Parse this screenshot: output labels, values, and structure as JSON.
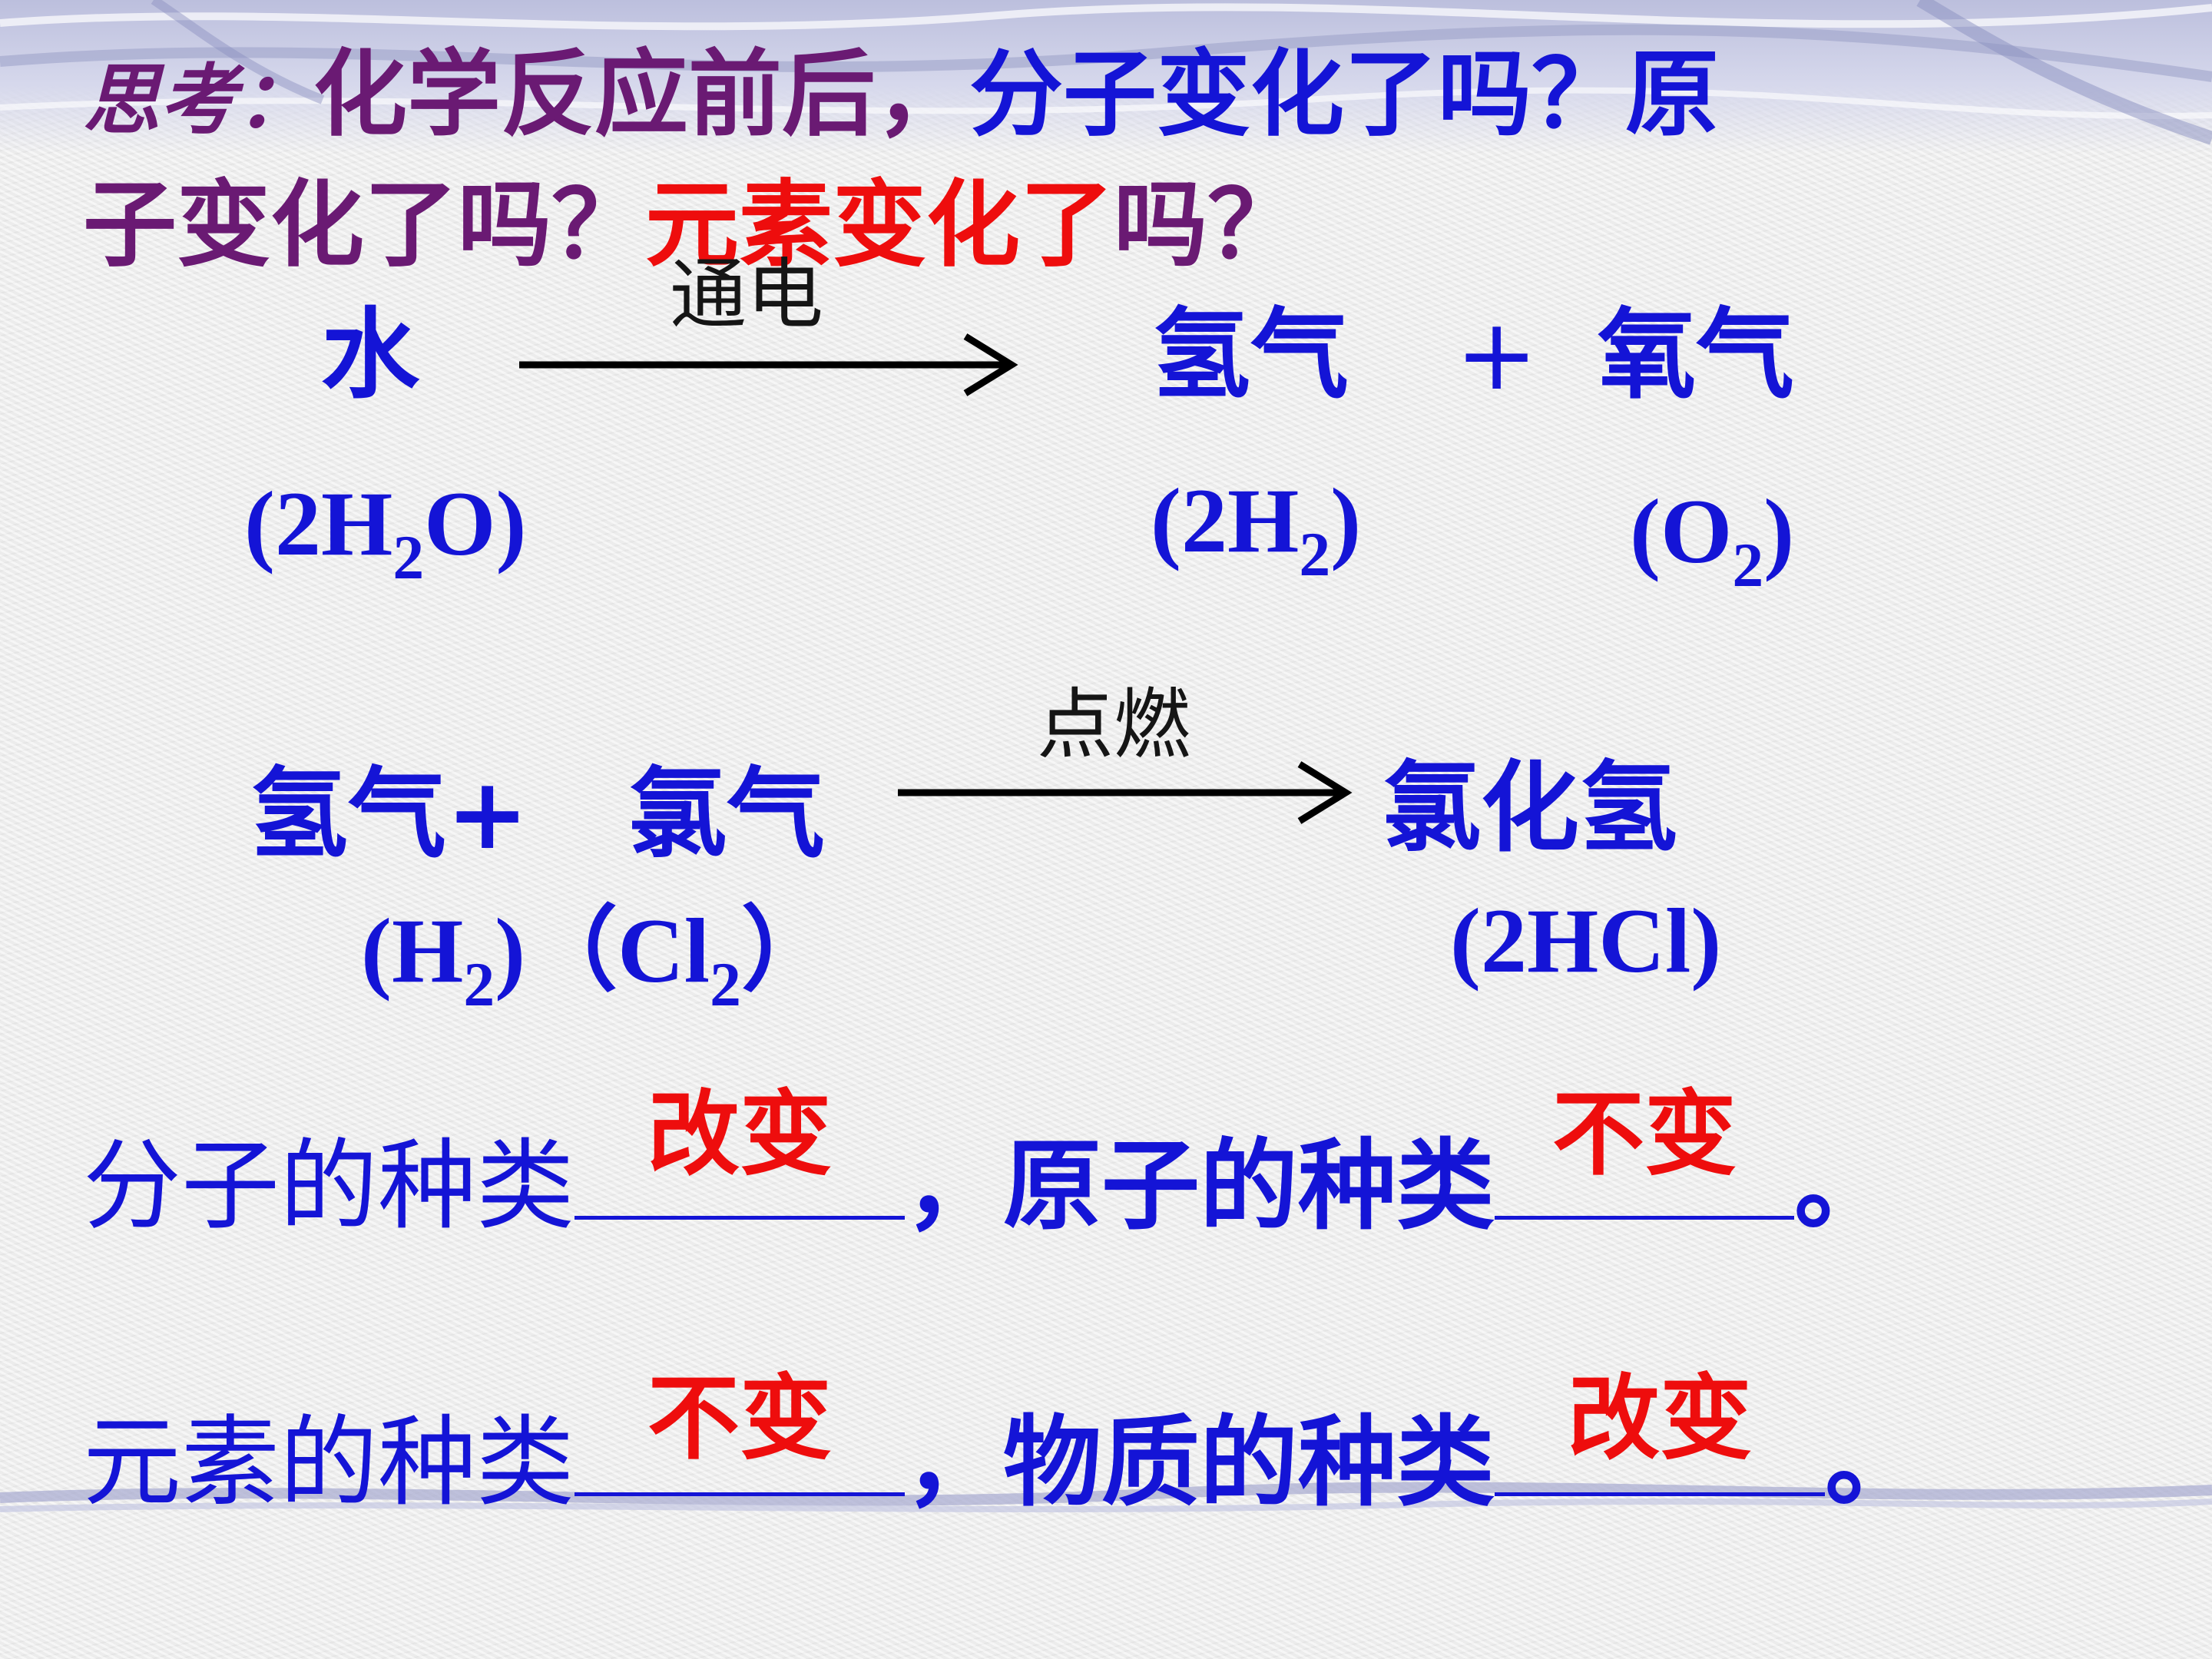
{
  "heading": {
    "prefix": "思考：",
    "line1_part1": "化学反应前后，",
    "line1_part2": "分子变化了吗？原",
    "line2_part1": "子变化了吗？",
    "line2_part2": "元素变化了",
    "line2_part3": "吗？"
  },
  "reaction1": {
    "reactant": "水",
    "condition": "通电",
    "product1": "氢气",
    "plus": "+",
    "product2": "氧气",
    "reactant_formula": {
      "open": "(2H",
      "sub": "2",
      "close": "O)"
    },
    "product1_formula": {
      "open": "(2H",
      "sub": "2",
      "close": ")"
    },
    "product2_formula": {
      "open": "(O",
      "sub": "2",
      "close": ")"
    }
  },
  "reaction2": {
    "reactant1": "氢气+",
    "reactant2": "氯气",
    "condition": "点燃",
    "product": "氯化氢",
    "reactant1_formula": {
      "open": "(H",
      "sub": "2",
      "close": ")"
    },
    "reactant2_formula": {
      "open": "（Cl",
      "sub": "2",
      "close": "）"
    },
    "product_formula": "(2HCl)"
  },
  "fill_in": {
    "row1": {
      "label1": "分子的种类",
      "answer1": "改变",
      "sep": "，",
      "label2": "原子的种类",
      "answer2": "不变",
      "end": "。"
    },
    "row2": {
      "label1": "元素的种类",
      "answer1": "不变",
      "sep": "，",
      "label2": "物质的种类",
      "answer2": "改变",
      "end": "。"
    }
  },
  "colors": {
    "purple": "#6a1a73",
    "blue": "#1414d6",
    "red": "#ee0d0d",
    "black": "#151515"
  }
}
